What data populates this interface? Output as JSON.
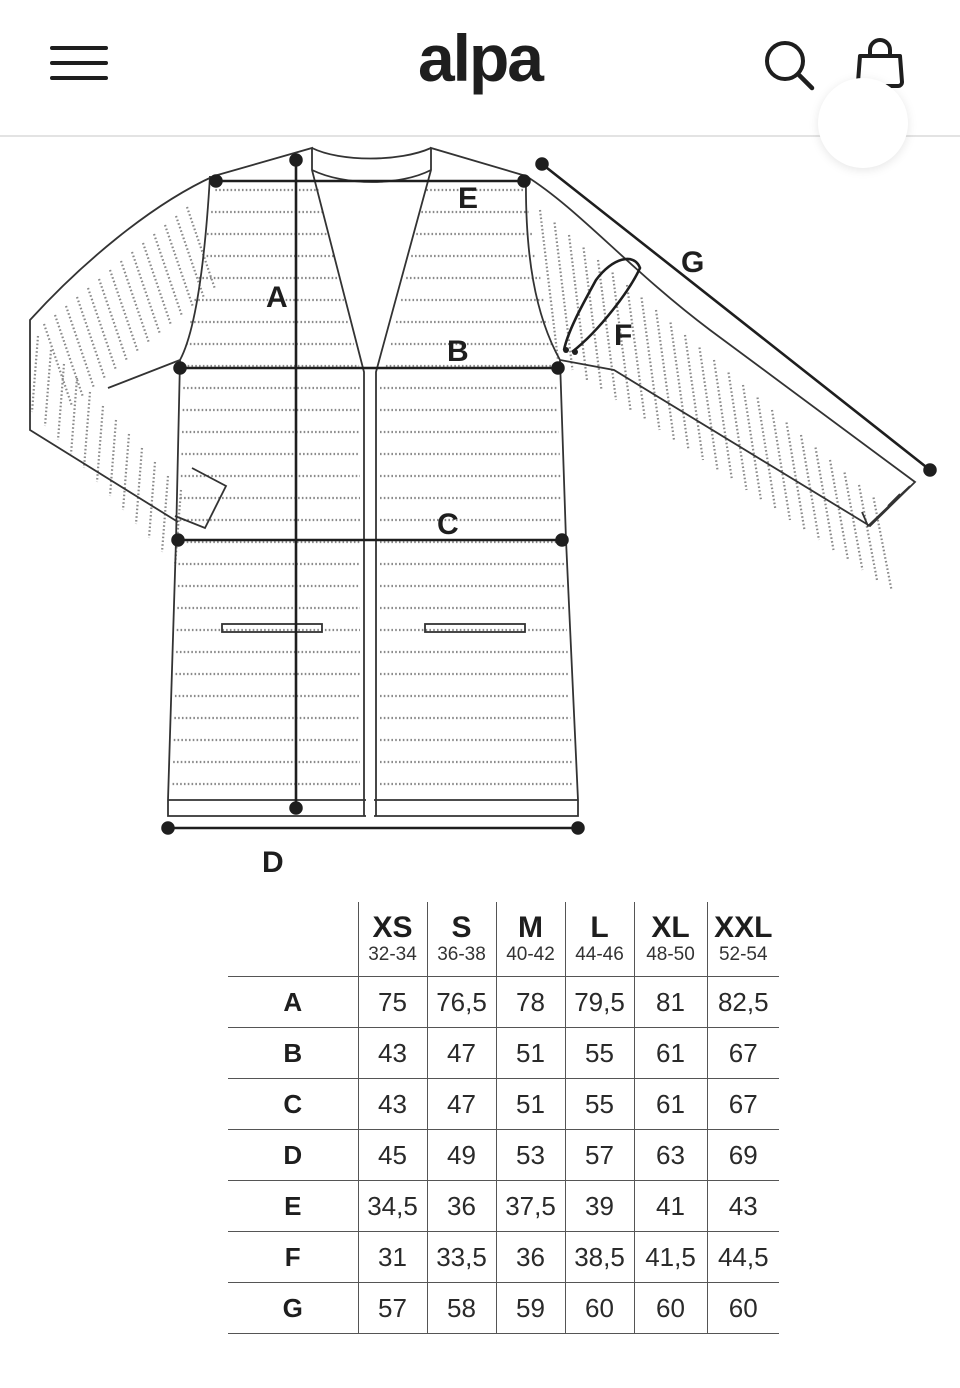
{
  "header": {
    "brand": "alpa",
    "menu_icon": "hamburger-menu-icon",
    "search_icon": "search-icon",
    "cart_icon": "shopping-bag-icon"
  },
  "diagram": {
    "labels": {
      "A": "A",
      "B": "B",
      "C": "C",
      "D": "D",
      "E": "E",
      "F": "F",
      "G": "G"
    }
  },
  "size_table": {
    "sizes": [
      {
        "size": "XS",
        "eu": "32-34"
      },
      {
        "size": "S",
        "eu": "36-38"
      },
      {
        "size": "M",
        "eu": "40-42"
      },
      {
        "size": "L",
        "eu": "44-46"
      },
      {
        "size": "XL",
        "eu": "48-50"
      },
      {
        "size": "XXL",
        "eu": "52-54"
      }
    ],
    "rows": [
      {
        "label": "A",
        "values": [
          "75",
          "76,5",
          "78",
          "79,5",
          "81",
          "82,5"
        ]
      },
      {
        "label": "B",
        "values": [
          "43",
          "47",
          "51",
          "55",
          "61",
          "67"
        ]
      },
      {
        "label": "C",
        "values": [
          "43",
          "47",
          "51",
          "55",
          "61",
          "67"
        ]
      },
      {
        "label": "D",
        "values": [
          "45",
          "49",
          "53",
          "57",
          "63",
          "69"
        ]
      },
      {
        "label": "E",
        "values": [
          "34,5",
          "36",
          "37,5",
          "39",
          "41",
          "43"
        ]
      },
      {
        "label": "F",
        "values": [
          "31",
          "33,5",
          "36",
          "38,5",
          "41,5",
          "44,5"
        ]
      },
      {
        "label": "G",
        "values": [
          "57",
          "58",
          "59",
          "60",
          "60",
          "60"
        ]
      }
    ]
  }
}
